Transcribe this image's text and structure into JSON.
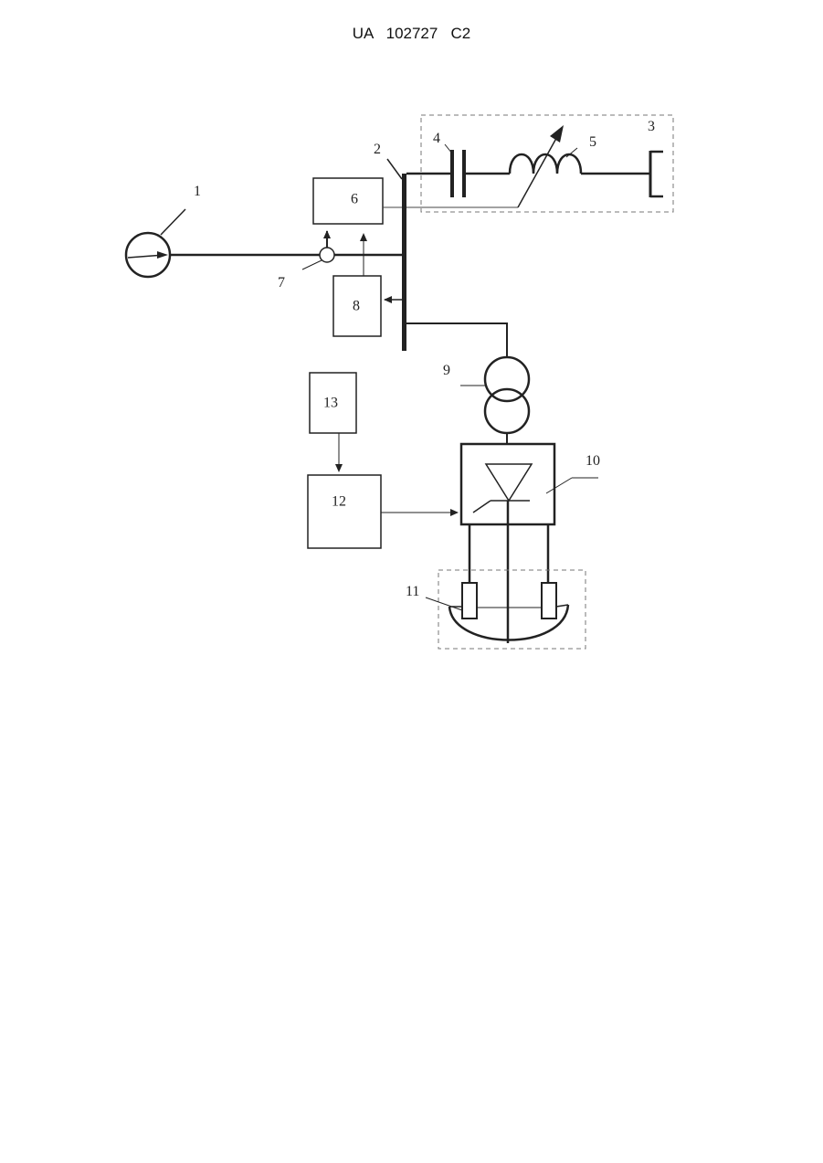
{
  "header": {
    "doc_code": "UA",
    "doc_number": "102727",
    "doc_kind": "C2"
  },
  "diagram": {
    "labels": {
      "n1": "1",
      "n2": "2",
      "n3": "3",
      "n4": "4",
      "n5": "5",
      "n6": "6",
      "n7": "7",
      "n8": "8",
      "n9": "9",
      "n10": "10",
      "n11": "11",
      "n12": "12",
      "n13": "13"
    },
    "colors": {
      "line": "#222222",
      "dash": "#666666"
    }
  }
}
